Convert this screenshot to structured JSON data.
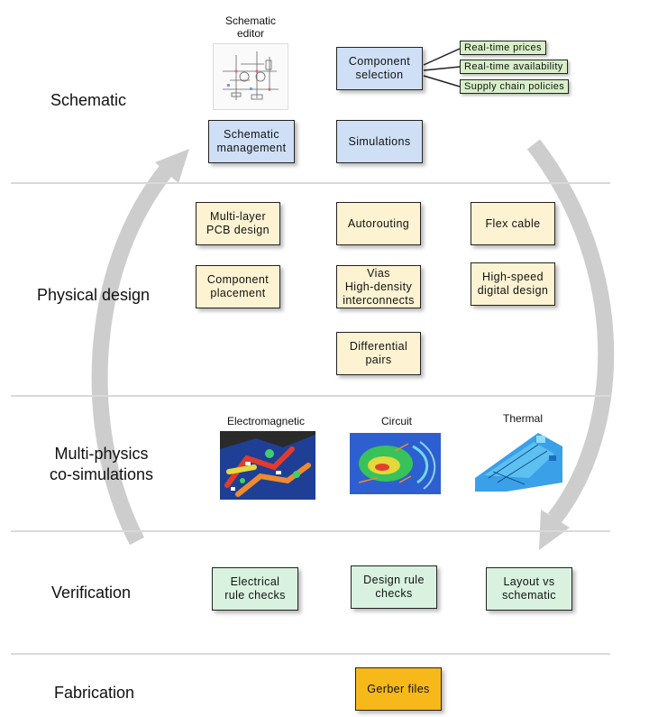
{
  "stages": {
    "schematic": "Schematic",
    "physical": "Physical design",
    "multiphysics": "Multi-physics\nco-simulations",
    "verification": "Verification",
    "fabrication": "Fabrication"
  },
  "schematic": {
    "editor_caption": "Schematic\neditor",
    "component_selection": "Component\nselection",
    "management": "Schematic\nmanagement",
    "simulations": "Simulations",
    "tags": [
      "Real-time prices",
      "Real-time availability",
      "Supply chain policies"
    ]
  },
  "physical": {
    "multilayer": "Multi-layer\nPCB design",
    "autorouting": "Autorouting",
    "flex": "Flex cable",
    "placement": "Component\nplacement",
    "vias": "Vias\nHigh-density\ninterconnects",
    "highspeed": "High-speed\ndigital design",
    "diffpairs": "Differential\npairs"
  },
  "multiphysics": {
    "em": "Electromagnetic",
    "circuit": "Circuit",
    "thermal": "Thermal"
  },
  "verification": {
    "erc": "Electrical\nrule checks",
    "drc": "Design rule\nchecks",
    "lvs": "Layout vs\nschematic"
  },
  "fabrication": {
    "gerber": "Gerber files"
  },
  "colors": {
    "schematic_box": "#cfe0f6",
    "physical_box": "#fdf3d2",
    "verification_box": "#d9f2df",
    "gerber_box": "#f7b81a",
    "tag_box": "#d8f0c8",
    "cycle_arrow": "#cdcdcd"
  }
}
